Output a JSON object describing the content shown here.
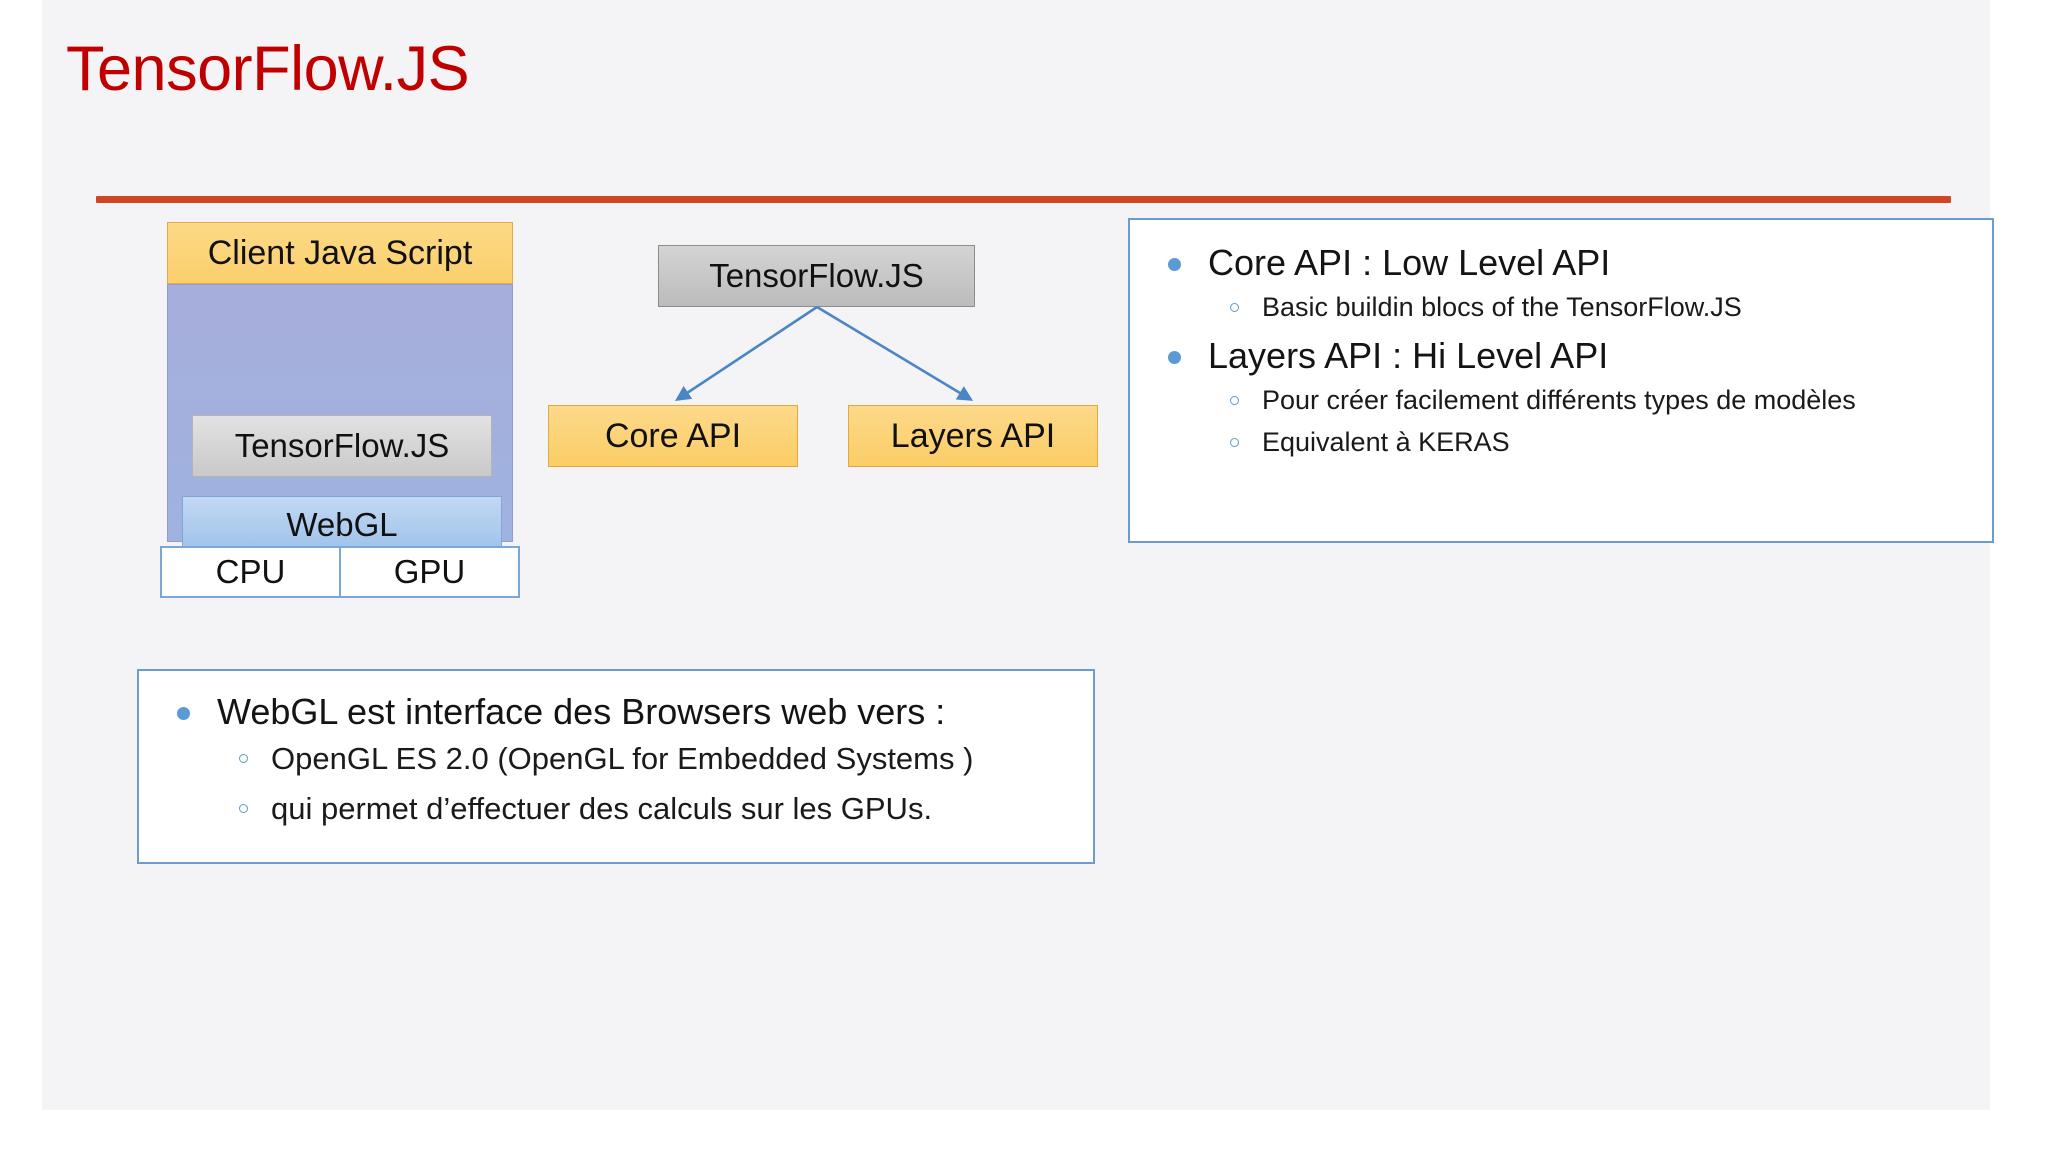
{
  "slide": {
    "title": "TensorFlow.JS",
    "title_color": "#c00000",
    "divider_color": "#d14524",
    "background_color": "#f4f3f6"
  },
  "architecture_stack": {
    "client_layer": "Client Java Script",
    "runtime_library": "TensorFlow.JS",
    "graphics_layer": "WebGL",
    "hardware": [
      {
        "label": "CPU"
      },
      {
        "label": "GPU"
      }
    ]
  },
  "flow_chart": {
    "root": "TensorFlow.JS",
    "children": [
      {
        "label": "Core API"
      },
      {
        "label": "Layers API"
      }
    ],
    "arrow_color": "#4a86c5"
  },
  "api_panel": {
    "border_color": "#6a9cd0",
    "bullet_color": "#5b9bd5",
    "items": [
      {
        "text": "Core API : Low Level API",
        "subitems": [
          "Basic buildin blocs of the TensorFlow.JS"
        ]
      },
      {
        "text": "Layers API : Hi Level API",
        "subitems": [
          "Pour créer facilement différents types de modèles",
          "Equivalent à KERAS"
        ]
      }
    ]
  },
  "webgl_panel": {
    "border_color": "#6a9cd0",
    "bullet_color": "#5b9bd5",
    "items": [
      {
        "text": "WebGL est interface des Browsers web vers :",
        "subitems": [
          "OpenGL ES 2.0 (OpenGL for Embedded Systems )",
          "qui permet d’effectuer des calculs sur les GPUs."
        ]
      }
    ]
  }
}
